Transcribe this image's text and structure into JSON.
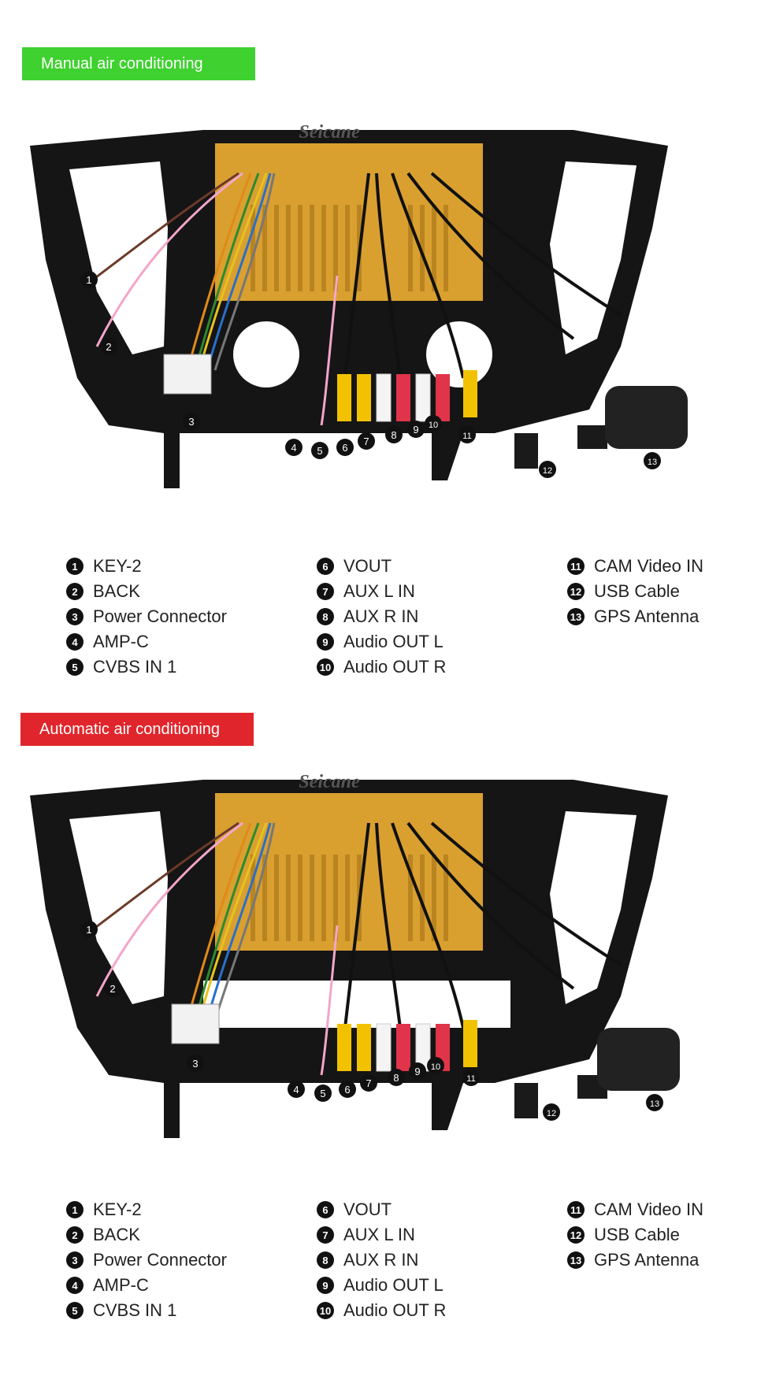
{
  "sections": [
    {
      "title": "Manual air conditioning",
      "brand": "Seicane",
      "legend": [
        {
          "num": "1",
          "label": "KEY-2"
        },
        {
          "num": "2",
          "label": "BACK"
        },
        {
          "num": "3",
          "label": "Power Connector"
        },
        {
          "num": "4",
          "label": "AMP-C"
        },
        {
          "num": "5",
          "label": "CVBS IN 1"
        },
        {
          "num": "6",
          "label": "VOUT"
        },
        {
          "num": "7",
          "label": "AUX L IN"
        },
        {
          "num": "8",
          "label": "AUX R IN"
        },
        {
          "num": "9",
          "label": "Audio OUT L"
        },
        {
          "num": "10",
          "label": "Audio OUT R"
        },
        {
          "num": "11",
          "label": "CAM Video IN"
        },
        {
          "num": "12",
          "label": "USB Cable"
        },
        {
          "num": "13",
          "label": "GPS Antenna"
        }
      ]
    },
    {
      "title": "Automatic air conditioning",
      "brand": "Seicane",
      "legend": [
        {
          "num": "1",
          "label": "KEY-2"
        },
        {
          "num": "2",
          "label": "BACK"
        },
        {
          "num": "3",
          "label": "Power Connector"
        },
        {
          "num": "4",
          "label": "AMP-C"
        },
        {
          "num": "5",
          "label": "CVBS IN 1"
        },
        {
          "num": "6",
          "label": "VOUT"
        },
        {
          "num": "7",
          "label": "AUX L IN"
        },
        {
          "num": "8",
          "label": "AUX R IN"
        },
        {
          "num": "9",
          "label": "Audio OUT L"
        },
        {
          "num": "10",
          "label": "Audio OUT R"
        },
        {
          "num": "11",
          "label": "CAM Video IN"
        },
        {
          "num": "12",
          "label": "USB Cable"
        },
        {
          "num": "13",
          "label": "GPS Antenna"
        }
      ]
    }
  ],
  "colors": {
    "manual_banner": "#3ed12f",
    "auto_banner": "#e0262c",
    "frame": "#111111",
    "chassis": "#d9a030"
  }
}
